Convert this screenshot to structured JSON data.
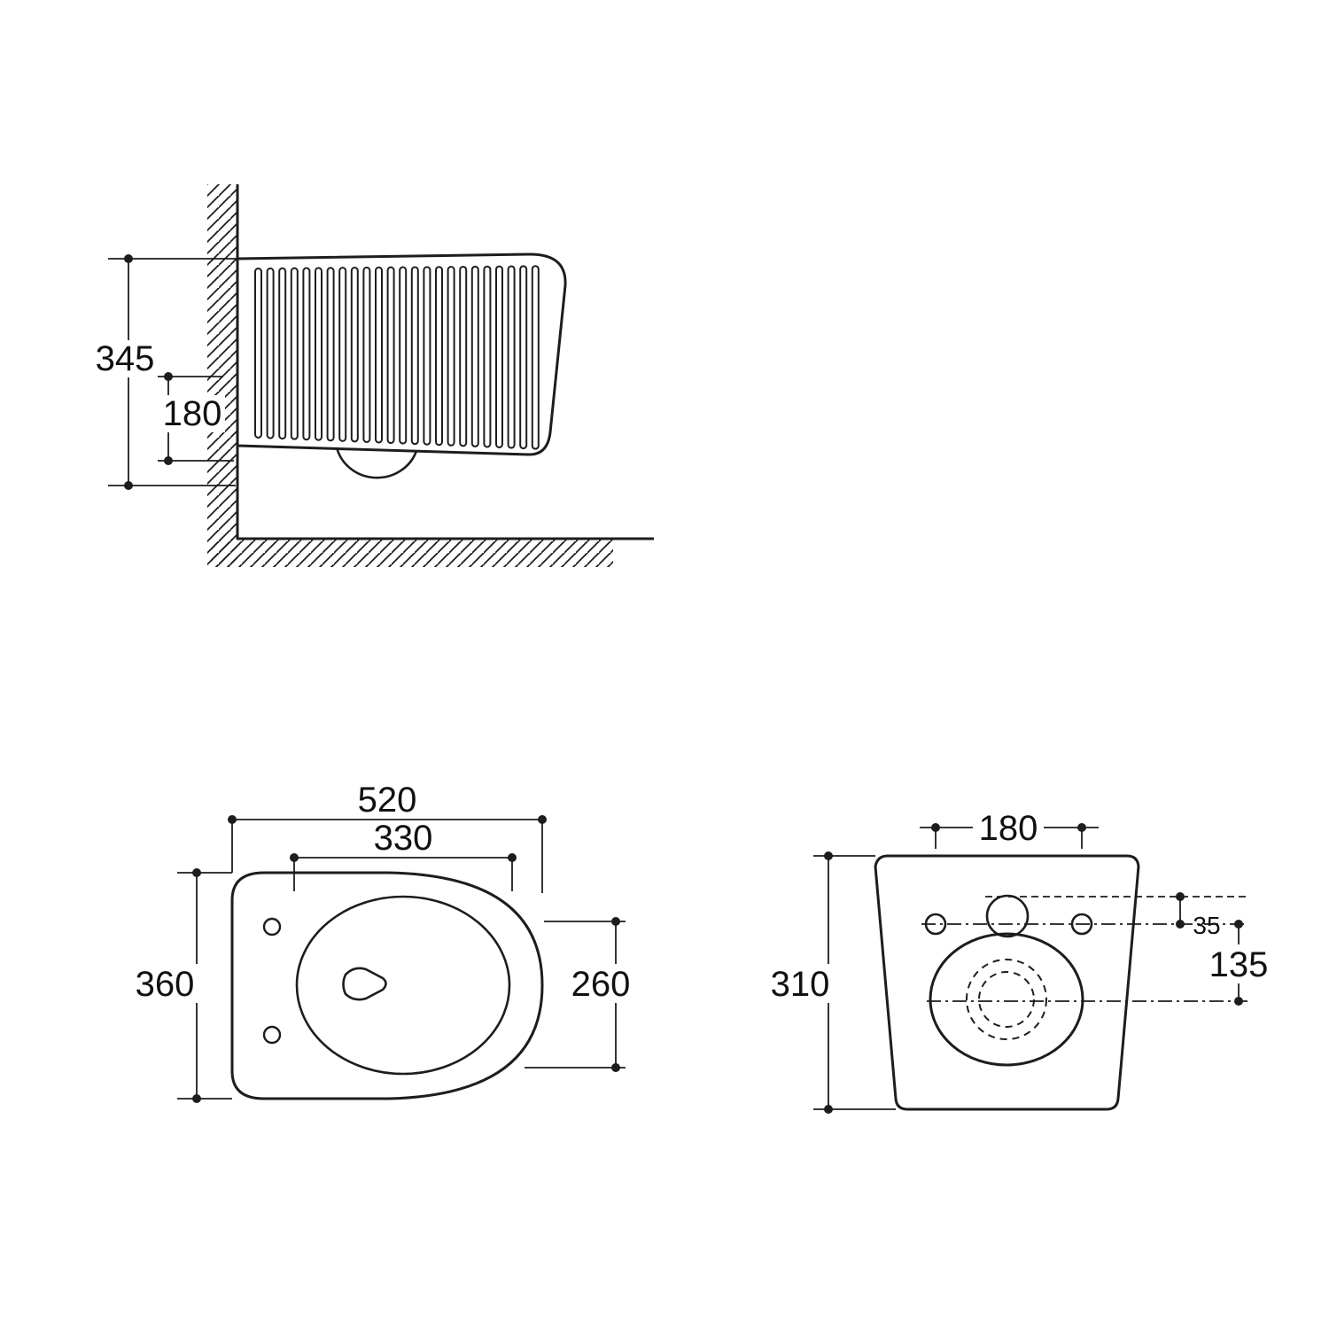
{
  "drawing": {
    "title": "wall-hung-toilet-dimension-diagram",
    "side": {
      "overall_height": "345",
      "bowl_height": "180"
    },
    "top": {
      "length": "520",
      "opening_length": "330",
      "width": "360",
      "opening_width": "260"
    },
    "rear": {
      "hole_spacing": "180",
      "inlet_offset": "35",
      "outlet_offset": "135",
      "height": "310"
    }
  },
  "colors": {
    "line": "#1d1d1d",
    "text": "#111111",
    "background": "#ffffff"
  }
}
